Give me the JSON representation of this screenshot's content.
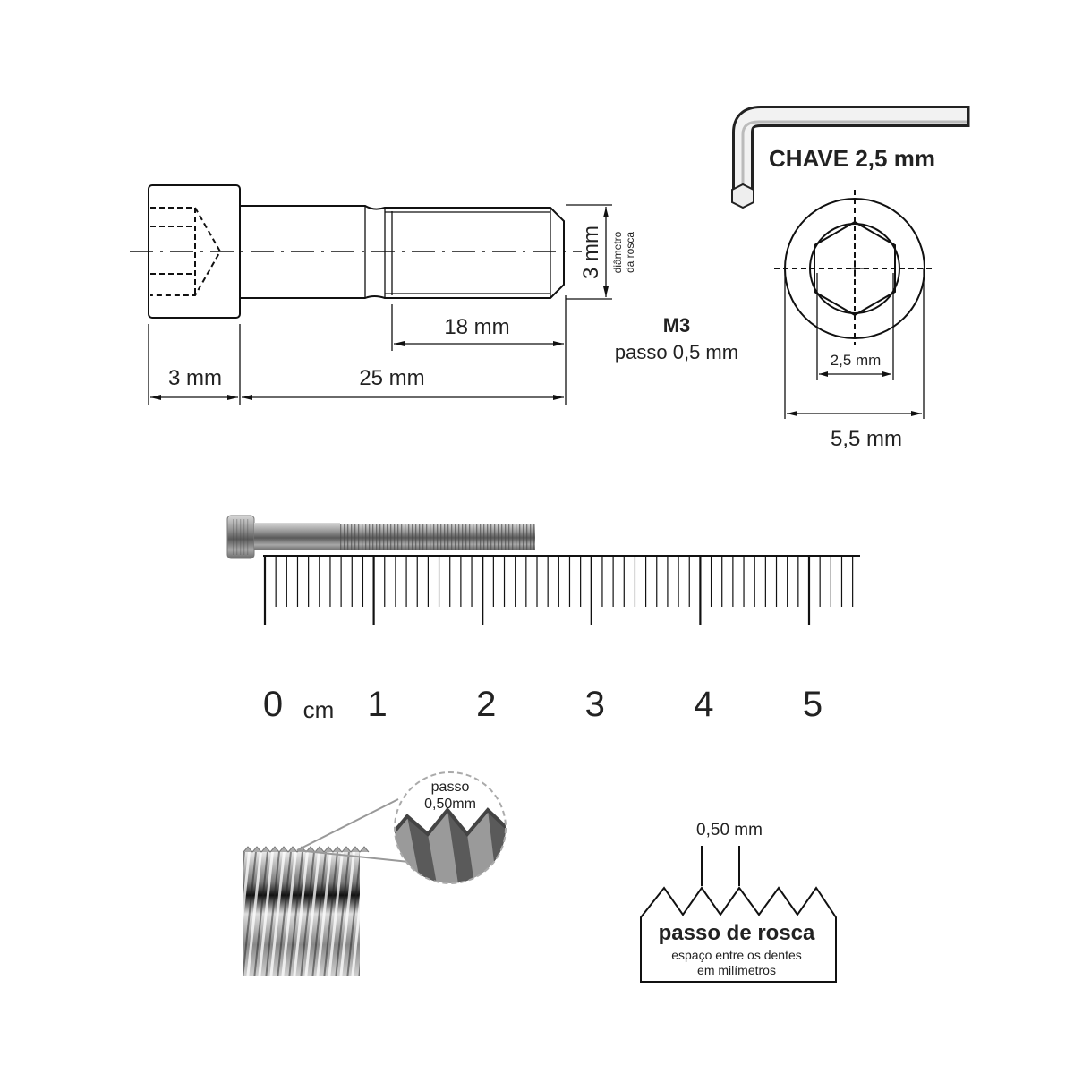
{
  "bolt_drawing": {
    "head_height": "3 mm",
    "total_length": "25 mm",
    "thread_length": "18 mm",
    "thread_diameter": "3 mm",
    "diameter_label_line1": "diâmetro",
    "diameter_label_line2": "da rosca"
  },
  "spec": {
    "size": "M3",
    "pitch": "passo 0,5 mm"
  },
  "hex_key": {
    "label": "CHAVE 2,5 mm",
    "socket_size": "2,5 mm",
    "head_diameter": "5,5 mm"
  },
  "ruler": {
    "unit": "cm",
    "labels": [
      "0",
      "1",
      "2",
      "3",
      "4",
      "5"
    ],
    "minor_ticks_per_cm": 10,
    "max_mm": 54
  },
  "magnifier": {
    "line1": "passo",
    "line2": "0,50mm"
  },
  "pitch_diagram": {
    "measure": "0,50 mm",
    "title": "passo de rosca",
    "subtitle_line1": "espaço entre os dentes",
    "subtitle_line2": "em milímetros"
  },
  "colors": {
    "line": "#111111",
    "metal": "#8a8a8a",
    "magnifier_outline": "#aaaaaa"
  }
}
